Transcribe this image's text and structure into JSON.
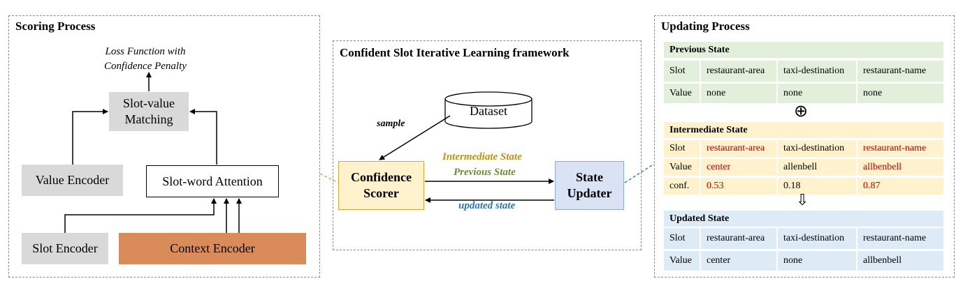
{
  "scoring": {
    "title": "Scoring Process",
    "loss_line1": "Loss Function with",
    "loss_line2": "Confidence Penalty",
    "matching_line1": "Slot-value",
    "matching_line2": "Matching",
    "value_encoder": "Value Encoder",
    "attention": "Slot-word Attention",
    "slot_encoder": "Slot Encoder",
    "context_encoder": "Context Encoder"
  },
  "framework": {
    "title": "Confident Slot Iterative Learning framework",
    "dataset": "Dataset",
    "sample": "sample",
    "scorer_line1": "Confidence",
    "scorer_line2": "Scorer",
    "updater_line1": "State",
    "updater_line2": "Updater",
    "intermediate_state": "Intermediate State",
    "previous_state": "Previous State",
    "updated_state": "updated state"
  },
  "updating": {
    "title": "Updating Process",
    "plus_symbol": "⊕",
    "down_arrow": "⇩",
    "previous": {
      "header": "Previous State",
      "rows": [
        [
          "Slot",
          "restaurant-area",
          "taxi-destination",
          "restaurant-name"
        ],
        [
          "Value",
          "none",
          "none",
          "none"
        ]
      ]
    },
    "intermediate": {
      "header": "Intermediate State",
      "rows": [
        [
          "Slot",
          "restaurant-area",
          "taxi-destination",
          "restaurant-name"
        ],
        [
          "Value",
          "center",
          "allenbell",
          "allbenbell"
        ],
        [
          "conf.",
          "0.53",
          "0.18",
          "0.87"
        ]
      ]
    },
    "updated": {
      "header": "Updated State",
      "rows": [
        [
          "Slot",
          "restaurant-area",
          "taxi-destination",
          "restaurant-name"
        ],
        [
          "Value",
          "center",
          "none",
          "allbenbell"
        ]
      ]
    }
  },
  "colors": {
    "context_encoder": "#d98c5a",
    "scorer_fill": "#fff2cc",
    "scorer_border": "#d4a832",
    "updater_fill": "#dae3f3",
    "updater_border": "#8faadc",
    "intermediate_label": "#b8951a",
    "previous_label": "#6e8b3d",
    "updated_label": "#2e75b6",
    "changed_value": "#c00000"
  }
}
